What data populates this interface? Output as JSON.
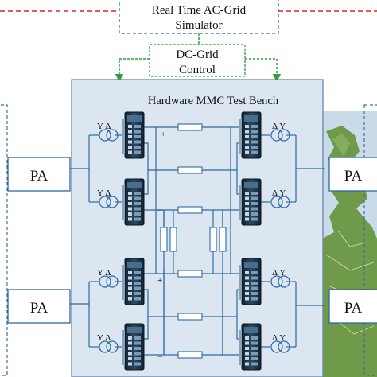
{
  "simulator": {
    "line1": "Real Time AC-Grid",
    "line2": "Simulator"
  },
  "dc_control": {
    "line1": "DC-Grid",
    "line2": "Control"
  },
  "bench_title": "Hardware MMC Test Bench",
  "power_amplifiers": {
    "label": "PA"
  },
  "transformer_labels": {
    "left": "Y Δ",
    "right": "Δ Y"
  },
  "polarity": {
    "positive": "+",
    "negative": "−"
  },
  "colors": {
    "ac_link": "#d9252a",
    "dc_control_link": "#2aa13c",
    "bench_fill": "#dce6f1",
    "bench_border": "#5b7fa6",
    "wire": "#2b6aa3",
    "dashed_box": "#3e6d9e",
    "map_land": "#6f9a4a",
    "map_sea": "#c9dbe8"
  },
  "icons": {
    "converter": "mmc-converter-rack-icon",
    "transformer": "transformer-icon",
    "cable": "dc-cable-resistor-icon",
    "map": "europe-map-icon"
  }
}
